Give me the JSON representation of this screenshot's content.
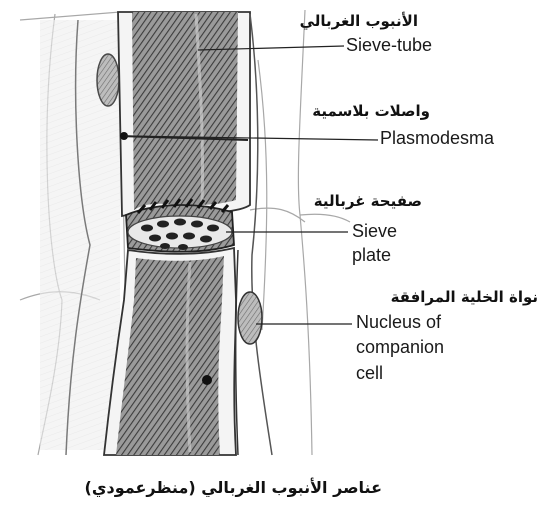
{
  "labels": {
    "sieve_tube": {
      "arabic": "الأنبوب الغربالي",
      "english": "Sieve-tube"
    },
    "plasmodesma": {
      "arabic": "واصلات بلاسمية",
      "english": "Plasmodesma"
    },
    "sieve_plate": {
      "arabic": "صفيحة غربالية",
      "english_line1": "Sieve",
      "english_line2": "plate"
    },
    "companion_nucleus": {
      "arabic": "نواة الخلية المرافقة",
      "english_line1": "Nucleus of",
      "english_line2": "companion",
      "english_line3": "cell"
    }
  },
  "caption": "عناصر الأنبوب الغربالي (منظرعمودي)"
}
